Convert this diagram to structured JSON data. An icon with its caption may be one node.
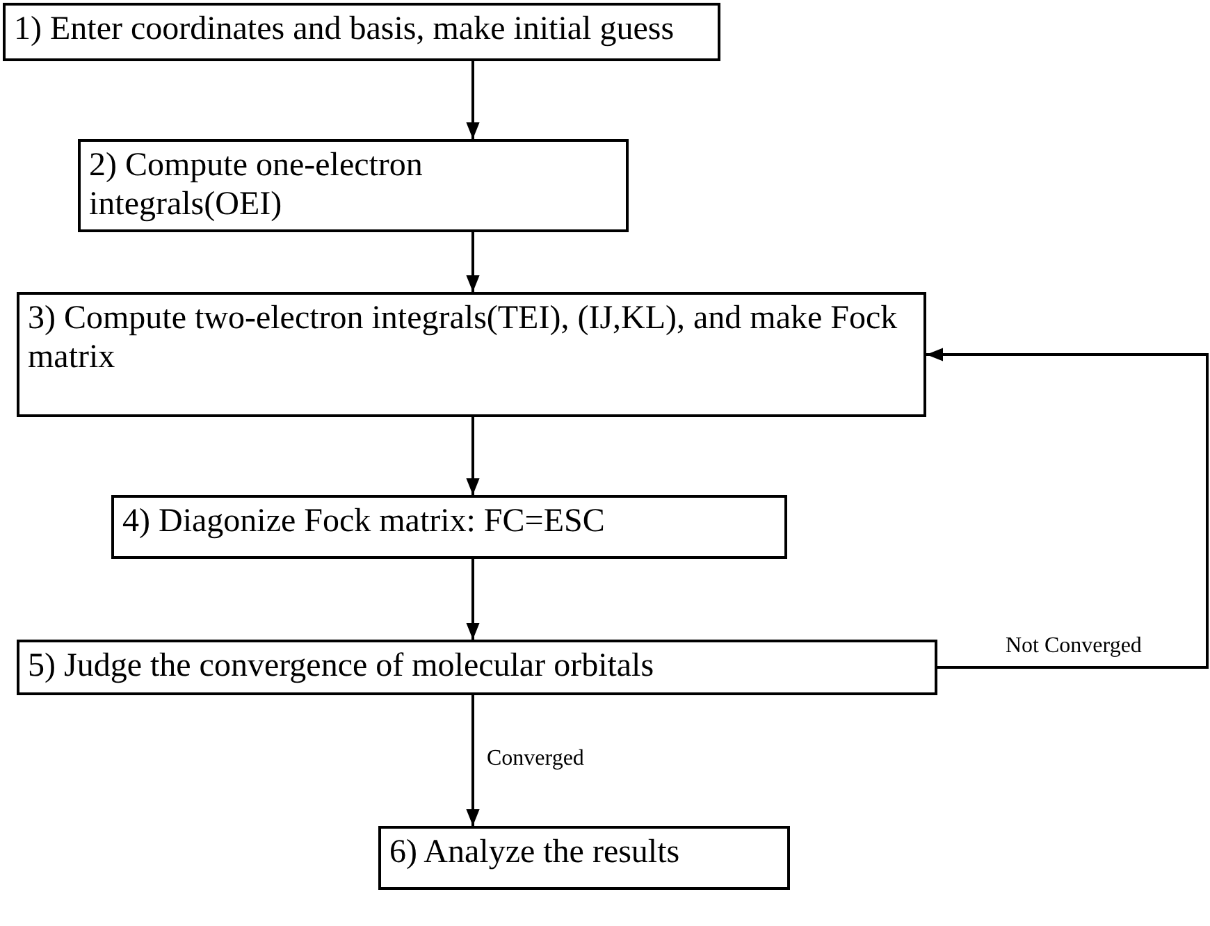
{
  "diagram": {
    "nodes": [
      {
        "text": [
          "1) Enter coordinates and basis, make initial guess"
        ]
      },
      {
        "text": [
          "2) Compute one-electron integrals(OEI)"
        ]
      },
      {
        "text": [
          "3) Compute two-electron integrals(TEI), (IJ,KL), and make Fock matrix"
        ]
      },
      {
        "text": [
          "4) Diagonize Fock matrix: FC=ESC"
        ]
      },
      {
        "text": [
          "5) Judge the convergence of molecular orbitals"
        ]
      },
      {
        "text": [
          "6) Analyze the results"
        ]
      }
    ],
    "edges": [
      {
        "from": 0,
        "to": 1,
        "arrow": "to"
      },
      {
        "from": 1,
        "to": 2,
        "arrow": "to"
      },
      {
        "from": 2,
        "to": 3,
        "arrow": "to"
      },
      {
        "from": 3,
        "to": 4,
        "arrow": "to"
      },
      {
        "from": 4,
        "to": 5,
        "arrow": "to",
        "label": "Converged"
      },
      {
        "from": 4,
        "to": 2,
        "arrow": "to",
        "label": "Not Converged"
      }
    ]
  }
}
